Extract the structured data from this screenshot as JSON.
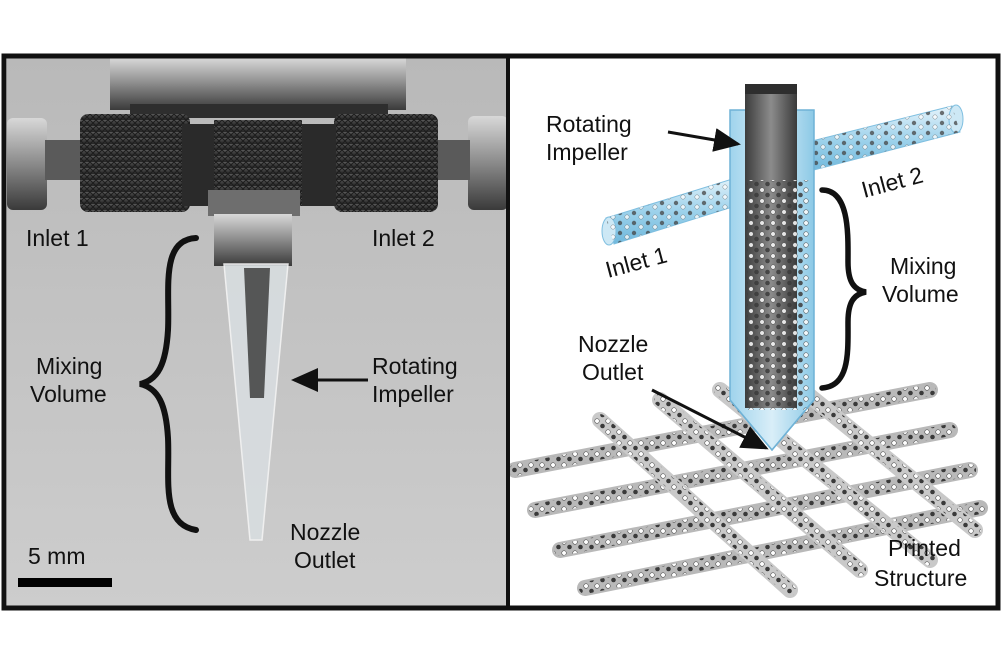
{
  "left_panel": {
    "inlet1": "Inlet 1",
    "inlet2": "Inlet 2",
    "mixing_volume": [
      "Mixing",
      "Volume"
    ],
    "rotating_impeller": [
      "Rotating",
      "Impeller"
    ],
    "nozzle_outlet": [
      "Nozzle",
      "Outlet"
    ],
    "scale_bar": "5 mm"
  },
  "right_panel": {
    "rotating_impeller": [
      "Rotating",
      "Impeller"
    ],
    "inlet1": "Inlet 1",
    "inlet2": "Inlet 2",
    "mixing_volume": [
      "Mixing",
      "Volume"
    ],
    "nozzle_outlet": [
      "Nozzle",
      "Outlet"
    ],
    "printed_structure": [
      "Printed",
      "Structure"
    ]
  },
  "colors": {
    "photo_background": "#c4c4c4",
    "frame": "#111111",
    "nozzle_tint": "#a9d8ee",
    "metal_dark": "#4a4a4a"
  }
}
